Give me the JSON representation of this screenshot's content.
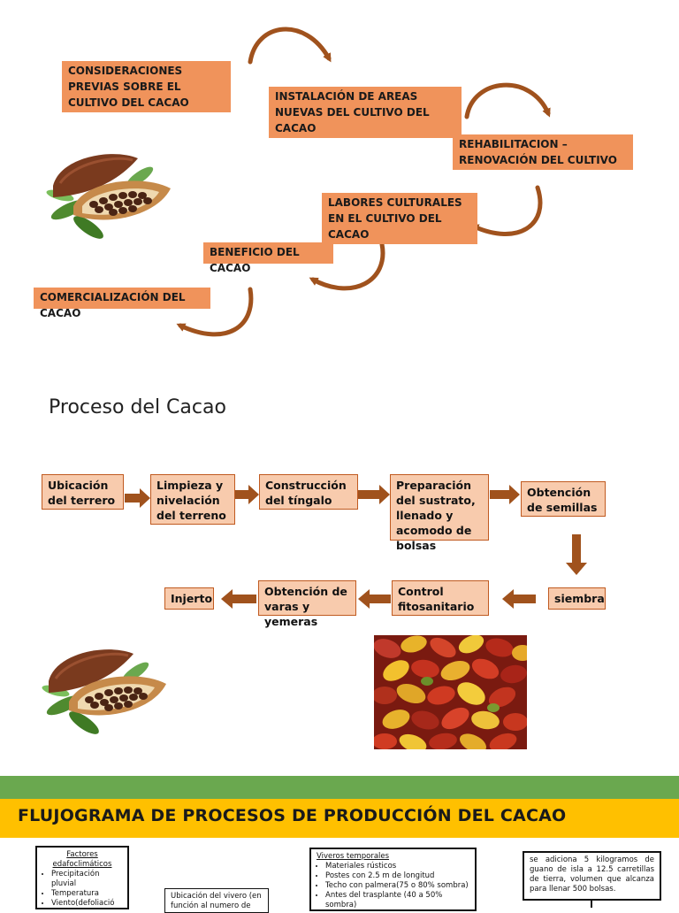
{
  "top_cycle": {
    "steps": [
      "CONSIDERACIONES PREVIAS SOBRE EL CULTIVO DEL CACAO",
      "INSTALACIÓN DE AREAS NUEVAS DEL CULTIVO DEL CACAO",
      "REHABILITACION – RENOVACIÓN DEL CULTIVO",
      "LABORES CULTURALES EN EL CULTIVO DEL CACAO",
      "BENEFICIO DEL CACAO",
      "COMERCIALIZACIÓN DEL CACAO"
    ]
  },
  "process": {
    "title": "Proceso del Cacao",
    "steps": [
      "Ubicación del terrero",
      "Limpieza y nivelación del terreno",
      "Construcción del tíngalo",
      "Preparación del sustrato, llenado y acomodo de bolsas",
      "Obtención de semillas",
      "siembra",
      "Control fitosanitario",
      "Obtención de varas y yemeras",
      "Injerto"
    ]
  },
  "flowchart": {
    "title": "FLUJOGRAMA DE PROCESOS DE PRODUCCIÓN DEL CACAO",
    "factors_title": "Factores edafoclimáticos",
    "factors": [
      "Precipitación pluvial",
      "Temperatura",
      "Viento(defoliació"
    ],
    "location_text": "Ubicación del vivero (en función al numero de",
    "nursery_title": "Viveros temporales",
    "nursery_items": [
      "Materiales rústicos",
      "Postes con 2.5 m de longitud",
      "Techo con palmera(75 o 80% sombra)",
      "Antes del trasplante (40 a 50% sombra)"
    ],
    "note_text": "se adiciona 5 kilogramos de guano de isla a 12.5 carretillas de tierra, volumen que alcanza para llenar 500 bolsas."
  },
  "colors": {
    "orange_box": "#f0935b",
    "peach_box": "#f8cbad",
    "arrow_brown": "#a0521d",
    "green_bar": "#6aa84f",
    "yellow_bar": "#ffc000"
  }
}
